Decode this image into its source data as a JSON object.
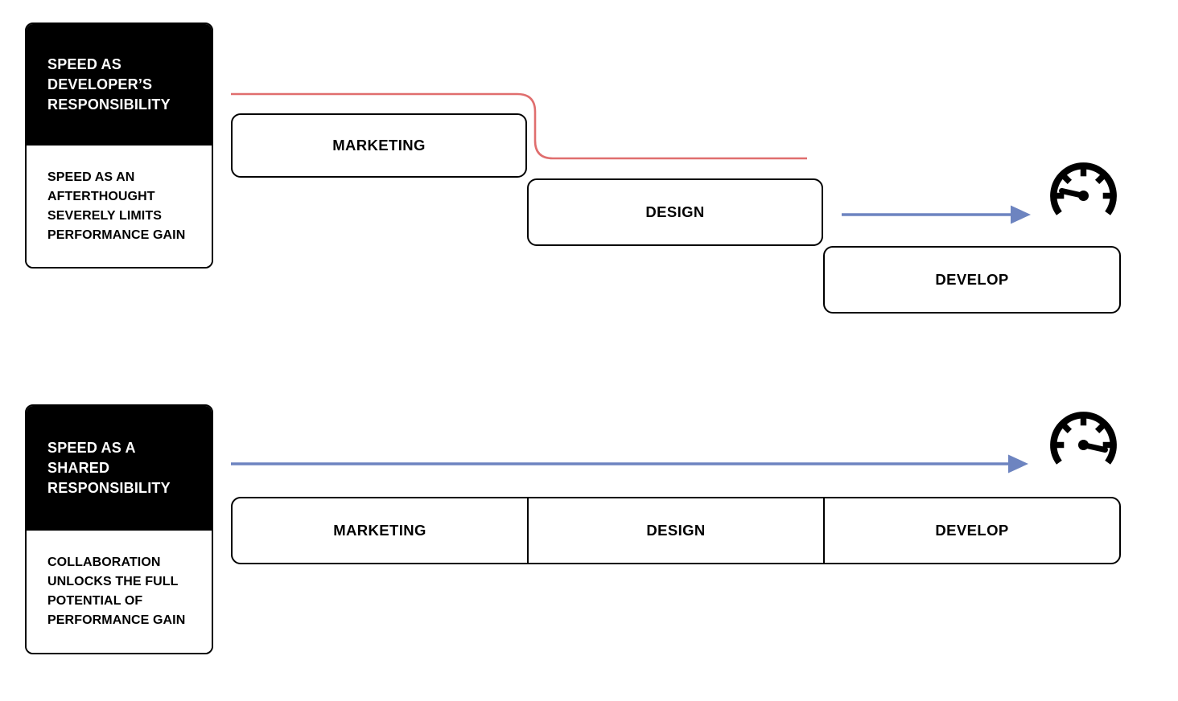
{
  "colors": {
    "ink": "#000000",
    "background": "#ffffff",
    "waterfall_line_red": "#e06e6e",
    "speed_arrow_blue": "#6d84c0"
  },
  "diagram_top": {
    "card": {
      "title": "SPEED AS\nDEVELOPER’S\nRESPONSIBILITY",
      "subtitle": "SPEED AS AN\nAFTERTHOUGHT\nSEVERELY LIMITS\nPERFORMANCE GAIN"
    },
    "stages": [
      "MARKETING",
      "DESIGN",
      "DEVELOP"
    ],
    "gauge_reading": "low"
  },
  "diagram_bottom": {
    "card": {
      "title": "SPEED AS A\nSHARED\nRESPONSIBILITY",
      "subtitle": "COLLABORATION\nUNLOCKS THE FULL\nPOTENTIAL OF\nPERFORMANCE GAIN"
    },
    "stages": [
      "MARKETING",
      "DESIGN",
      "DEVELOP"
    ],
    "gauge_reading": "high"
  },
  "icons": {
    "gauge_top": "speedometer-low-icon",
    "gauge_bottom": "speedometer-high-icon",
    "arrow": "right-arrow-icon"
  }
}
